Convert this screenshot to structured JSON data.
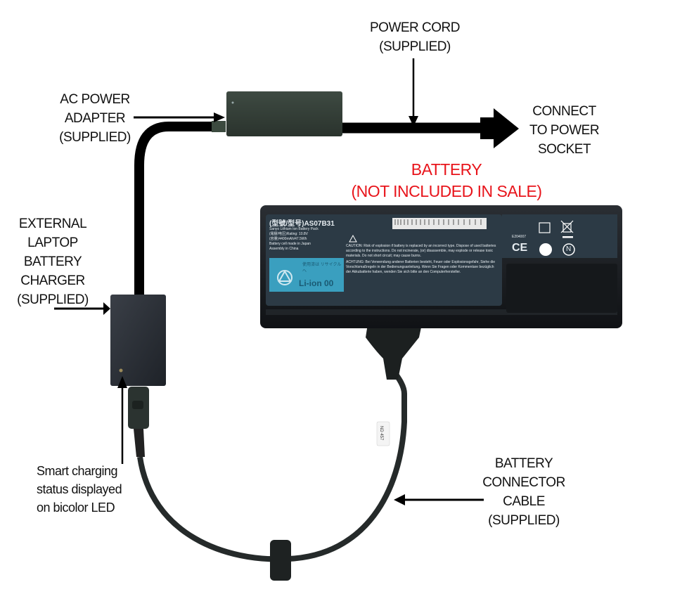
{
  "labels": {
    "power_cord": [
      "POWER CORD",
      "(SUPPLIED)"
    ],
    "ac_adapter": [
      "AC POWER",
      "ADAPTER",
      "(SUPPLIED)"
    ],
    "connect_socket": [
      "CONNECT",
      "TO POWER",
      "SOCKET"
    ],
    "battery_note": [
      "BATTERY",
      "(NOT INCLUDED IN SALE)"
    ],
    "external_charger": [
      "EXTERNAL",
      "LAPTOP",
      "BATTERY",
      "CHARGER",
      "(SUPPLIED)"
    ],
    "led_status": [
      "Smart charging",
      "status displayed",
      "on bicolor LED"
    ],
    "connector_cable": [
      "BATTERY",
      "CONNECTOR",
      "CABLE",
      "(SUPPLIED)"
    ]
  },
  "battery_label": {
    "model": "(型號/型号)AS07B31",
    "brand": "Sanyo Lithium Ion Battery Pack",
    "rating": "(電壓/电压)Rating: 10.8V",
    "capacity": "(容量)4400mAh/47.5Wh",
    "origin1": "Battery cell made in Japan",
    "origin2": "Assembly in China",
    "recycle_jp": "使用済は リサイクルへ",
    "recycle_type": "Li-ion 00",
    "caution": "CAUTION: Risk of explosion if battery is replaced by an incorrect type. Dispose of used batteries according to the instructions. Do not incinerate, (or) disassemble, may explode or release toxic materials. Do not short circuit; may cause burns.",
    "achtung": "ACHTUNG: Bei Verwendung anderer Batterien besteht, Feuer oder Explosionsgefahr, Siehe die Vorschtsmaßregeln in der Bedienungsanleitung. Wenn Sie Fragen oder Kommentare bezüglich der Akkubatterie haben, wenden Sie sich bitte an den Computerhersteller.",
    "ul_code": "E204007",
    "cert_ce": "CE",
    "cert_n": "N",
    "cable_tag": "ND 457"
  },
  "colors": {
    "label_text": "#111111",
    "warning_text": "#e8141b",
    "battery_label_bg": "#2c3a45",
    "recycle_bg": "#3a9fbf"
  }
}
